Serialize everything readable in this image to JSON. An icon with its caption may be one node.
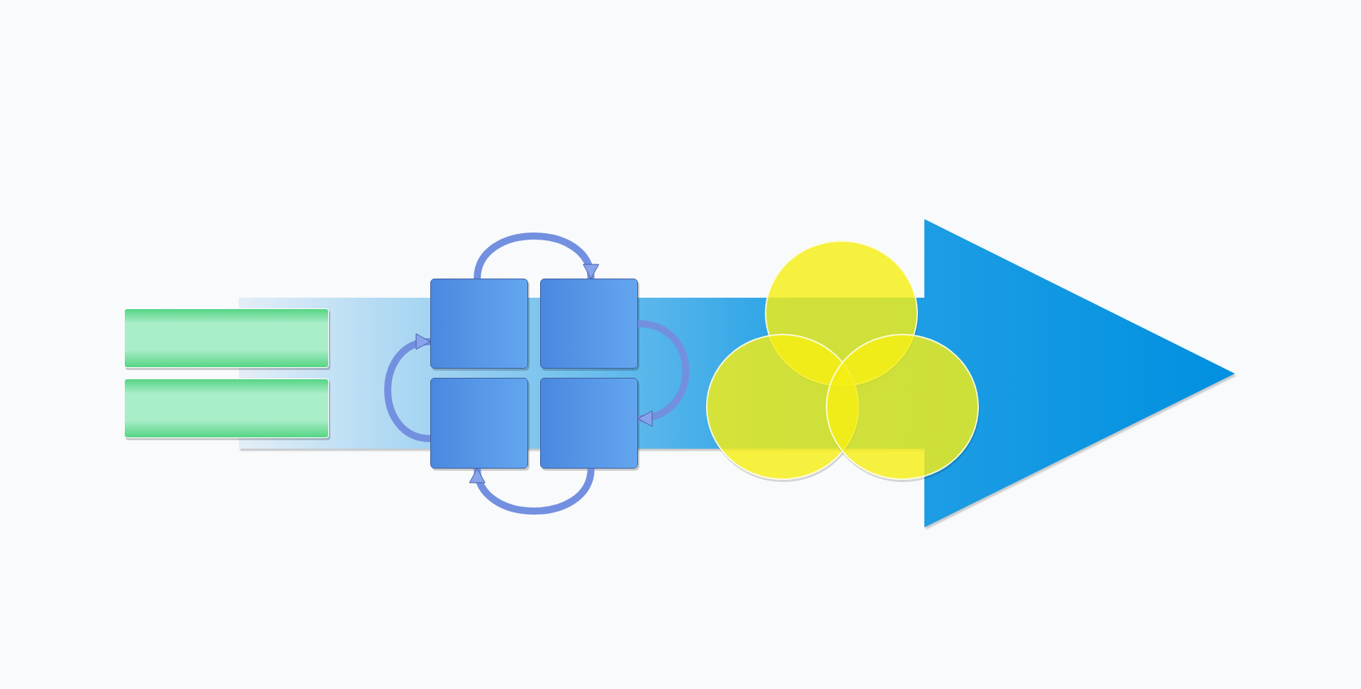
{
  "diagram": {
    "nodes": [
      {
        "text": [],
        "shape": "bar"
      },
      {
        "text": [],
        "shape": "bar"
      },
      {
        "text": [],
        "shape": "box"
      },
      {
        "text": [],
        "shape": "box"
      },
      {
        "text": [],
        "shape": "box"
      },
      {
        "text": [],
        "shape": "box"
      },
      {
        "text": [],
        "shape": "circle"
      },
      {
        "text": [],
        "shape": "circle"
      },
      {
        "text": [],
        "shape": "circle"
      }
    ],
    "edges": [
      {
        "from": 2,
        "to": 3,
        "arrow": "to"
      },
      {
        "from": 3,
        "to": 5,
        "arrow": "to"
      },
      {
        "from": 5,
        "to": 4,
        "arrow": "to"
      },
      {
        "from": 4,
        "to": 2,
        "arrow": "to"
      }
    ]
  }
}
